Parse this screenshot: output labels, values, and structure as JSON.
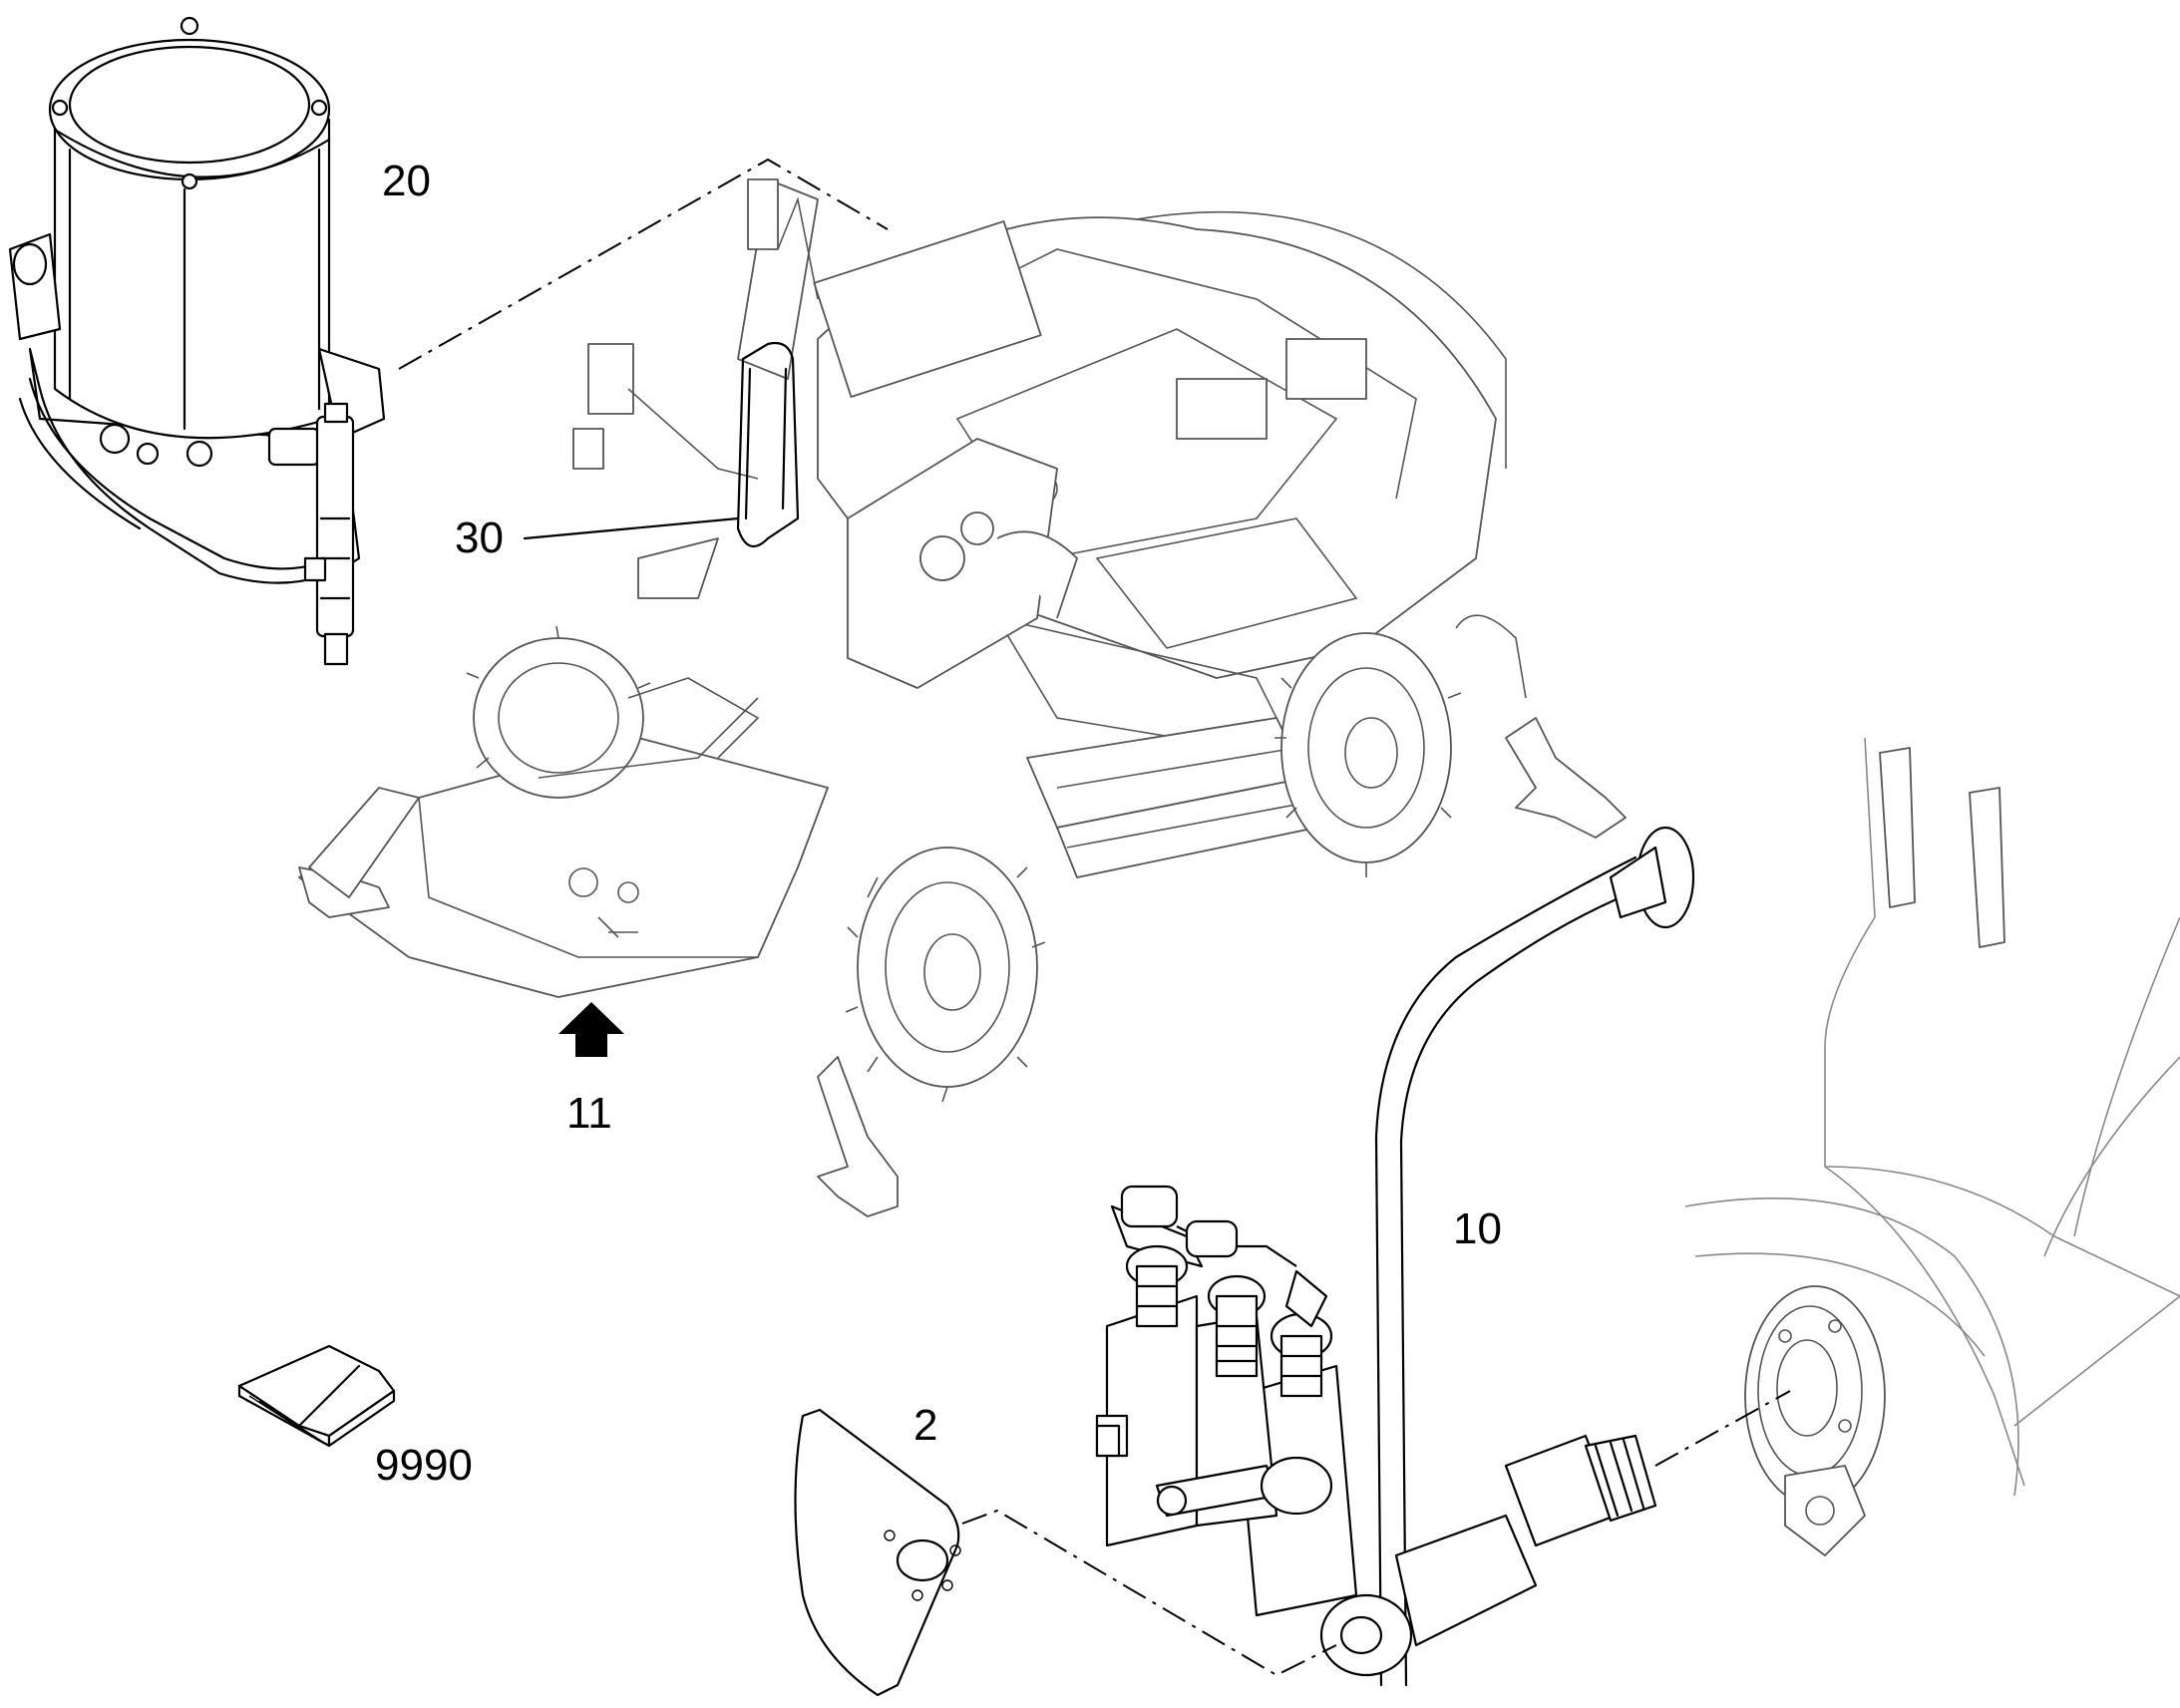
{
  "callouts": {
    "c20": "20",
    "c30": "30",
    "c11": "11",
    "c10": "10",
    "c2": "2",
    "c9990": "9990"
  },
  "icons": {
    "arrow": "up-arrow-icon",
    "book": "manual-book-icon"
  }
}
